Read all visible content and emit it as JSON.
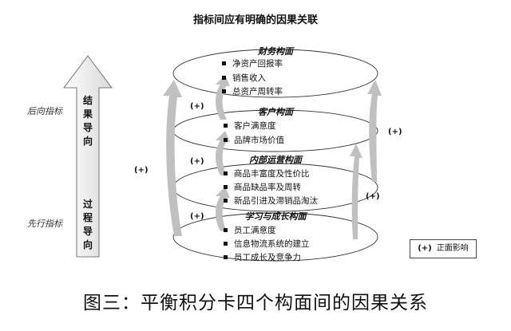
{
  "title": "指标间应有明确的因果关联",
  "caption": "图三：平衡积分卡四个构面间的因果关系",
  "side_labels": {
    "lagging": "后向指标",
    "leading": "先行指标"
  },
  "arrow_text": {
    "top": [
      "结",
      "果",
      "导",
      "向"
    ],
    "bottom": [
      "过",
      "程",
      "导",
      "向"
    ]
  },
  "plus_label": "(+)",
  "legend": {
    "symbol": "(+)",
    "text": "正面影响"
  },
  "perspectives": [
    {
      "title": "财务构面",
      "items": [
        "净资产回报率",
        "销售收入",
        "总资产周转率"
      ]
    },
    {
      "title": "客户构面",
      "items": [
        "客户满意度",
        "品牌市场价值"
      ]
    },
    {
      "title": "内部运营构面",
      "items": [
        "商品丰富度及性价比",
        "商品缺品率及周转",
        "新品引进及滞销品淘汰"
      ]
    },
    {
      "title": "学习与成长构面",
      "items": [
        "员工满意度",
        "信息物流系统的建立",
        "员工成长及竞争力"
      ]
    }
  ],
  "colors": {
    "arrow_gray": "#c0c0c0",
    "line": "#333333"
  }
}
